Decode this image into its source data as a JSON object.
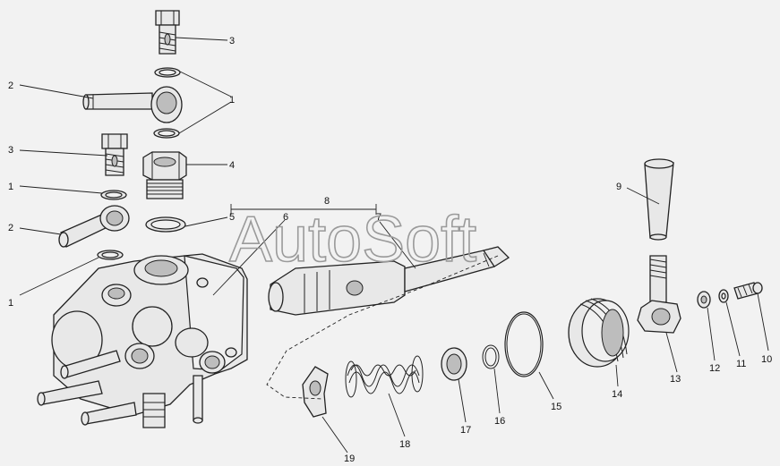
{
  "watermark": "AutoSoft",
  "callouts": [
    {
      "id": "c3a",
      "label": "3"
    },
    {
      "id": "c2a",
      "label": "2"
    },
    {
      "id": "c1a",
      "label": "1"
    },
    {
      "id": "c3b",
      "label": "3"
    },
    {
      "id": "c4",
      "label": "4"
    },
    {
      "id": "c1b",
      "label": "1"
    },
    {
      "id": "c2b",
      "label": "2"
    },
    {
      "id": "c5",
      "label": "5"
    },
    {
      "id": "c1c",
      "label": "1"
    },
    {
      "id": "c8",
      "label": "8"
    },
    {
      "id": "c6",
      "label": "6"
    },
    {
      "id": "c7",
      "label": "7"
    },
    {
      "id": "c9",
      "label": "9"
    },
    {
      "id": "c12",
      "label": "12"
    },
    {
      "id": "c11",
      "label": "11"
    },
    {
      "id": "c10",
      "label": "10"
    },
    {
      "id": "c13",
      "label": "13"
    },
    {
      "id": "c14",
      "label": "14"
    },
    {
      "id": "c15",
      "label": "15"
    },
    {
      "id": "c16",
      "label": "16"
    },
    {
      "id": "c17",
      "label": "17"
    },
    {
      "id": "c18",
      "label": "18"
    },
    {
      "id": "c19",
      "label": "19"
    }
  ]
}
